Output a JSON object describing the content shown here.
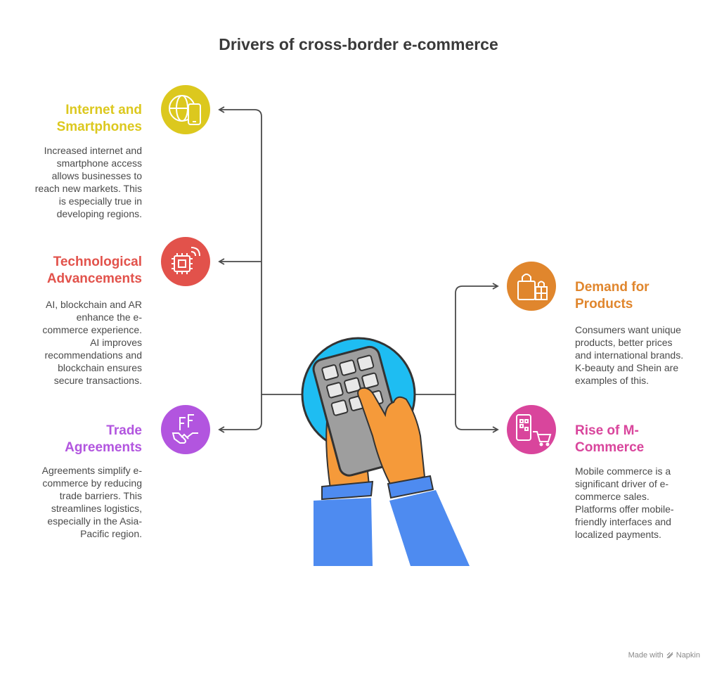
{
  "title": "Drivers of cross-border e-commerce",
  "colors": {
    "yellow": "#DCC81E",
    "red": "#E2524B",
    "purple": "#B255DF",
    "orange": "#E0862D",
    "pink": "#D9459C",
    "line": "#4a4a4a"
  },
  "left": [
    {
      "heading": "Internet and\nSmartphones",
      "desc": "Increased internet and\nsmartphone access\nallows businesses to\nreach new markets. This\nis especially true in\ndeveloping regions.",
      "icon": "globe-phone-icon"
    },
    {
      "heading": "Technological\nAdvancements",
      "desc": "AI, blockchain and AR\nenhance the e-\ncommerce experience.\nAI improves\nrecommendations and\nblockchain ensures\nsecure transactions.",
      "icon": "chip-signal-icon"
    },
    {
      "heading": "Trade\nAgreements",
      "desc": "Agreements simplify e-\ncommerce by reducing\ntrade barriers. This\nstreamlines logistics,\nespecially in the Asia-\nPacific region.",
      "icon": "handshake-icon"
    }
  ],
  "right": [
    {
      "heading": "Demand for\nProducts",
      "desc": "Consumers want unique\nproducts, better prices\nand international brands.\nK-beauty and Shein are\nexamples of this.",
      "icon": "shopping-bag-icon"
    },
    {
      "heading": "Rise of M-\nCommerce",
      "desc": "Mobile commerce is a\nsignificant driver of e-\ncommerce sales.\nPlatforms offer mobile-\nfriendly interfaces and\nlocalized payments.",
      "icon": "mobile-cart-icon"
    }
  ],
  "footer": {
    "made_with": "Made with",
    "brand": "Napkin"
  }
}
